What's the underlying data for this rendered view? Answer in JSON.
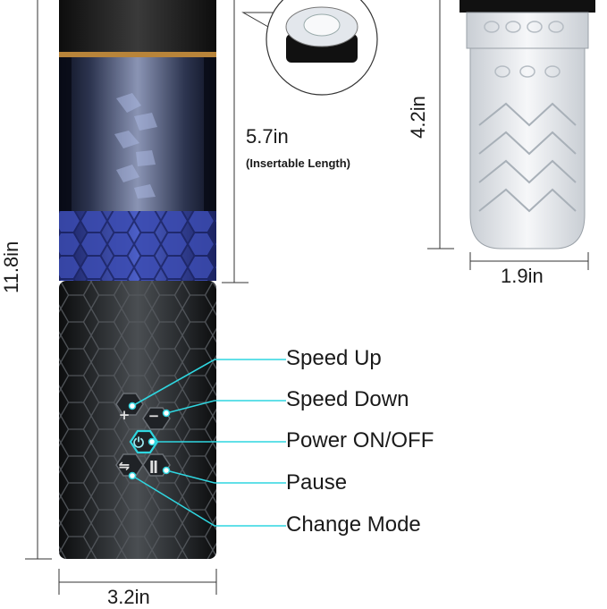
{
  "dimensions": {
    "total_height": "11.8in",
    "insertable_height": "5.7in",
    "insertable_note": "(Insertable Length)",
    "sleeve_height": "4.2in",
    "sleeve_width": "1.9in",
    "body_width": "3.2in"
  },
  "controls": {
    "speed_up": "Speed Up",
    "speed_down": "Speed Down",
    "power": "Power ON/OFF",
    "pause": "Pause",
    "change_mode": "Change Mode"
  },
  "colors": {
    "callout_line": "#2fd6e0",
    "device_dark": "#1b1e21",
    "honeycomb_blue": "#4c5fc8",
    "sleeve_clear": "#e9ecef"
  }
}
